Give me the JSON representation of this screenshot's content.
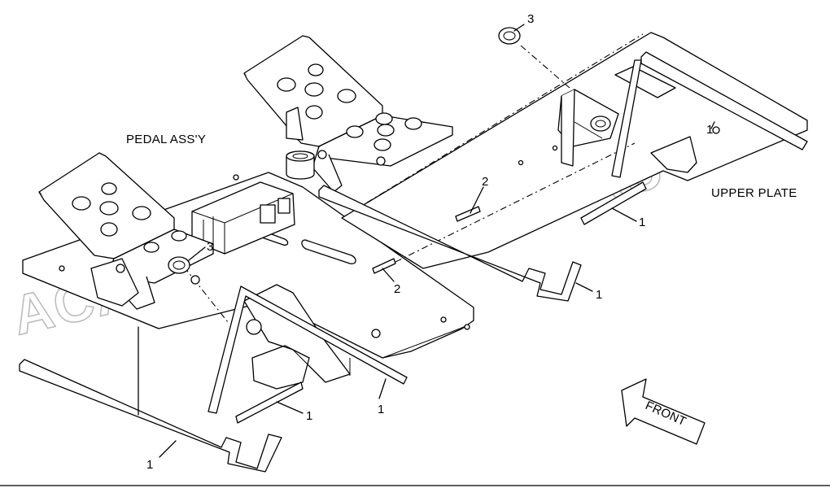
{
  "labels": {
    "pedal_assy": "PEDAL ASS'Y",
    "upper_plate": "UPPER PLATE",
    "front": "FRONT"
  },
  "watermark": "ACAT.AUTODEALER.RU",
  "callouts": [
    {
      "id": "c1",
      "text": "1"
    },
    {
      "id": "c2",
      "text": "1"
    },
    {
      "id": "c3",
      "text": "1"
    },
    {
      "id": "c4",
      "text": "1"
    },
    {
      "id": "c5",
      "text": "1"
    },
    {
      "id": "c6",
      "text": "1"
    },
    {
      "id": "c7",
      "text": "2"
    },
    {
      "id": "c8",
      "text": "2"
    },
    {
      "id": "c9",
      "text": "3"
    },
    {
      "id": "c10",
      "text": "3"
    }
  ]
}
